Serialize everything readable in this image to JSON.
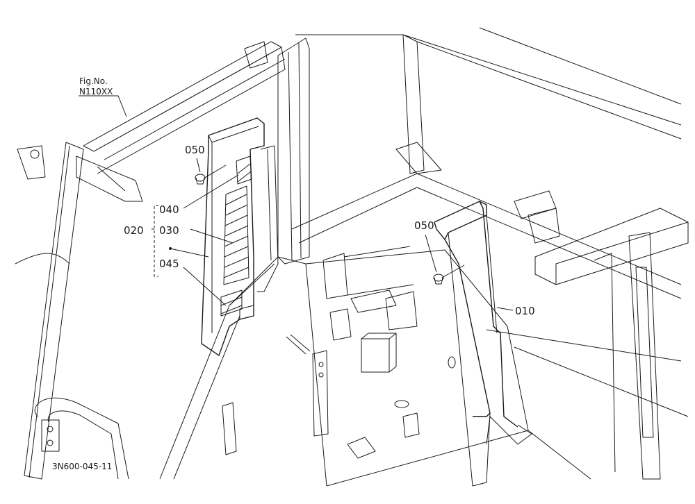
{
  "figure": {
    "ref_title": "Fig.No.",
    "ref_number": "N110XX",
    "drawing_code": "3N600-045-11"
  },
  "callouts": {
    "c010": "010",
    "c020": "020",
    "c030": "030",
    "c040": "040",
    "c045": "045",
    "c050_left": "050",
    "c050_right": "050"
  },
  "colors": {
    "line": "#1a1a1a",
    "background": "#ffffff"
  }
}
